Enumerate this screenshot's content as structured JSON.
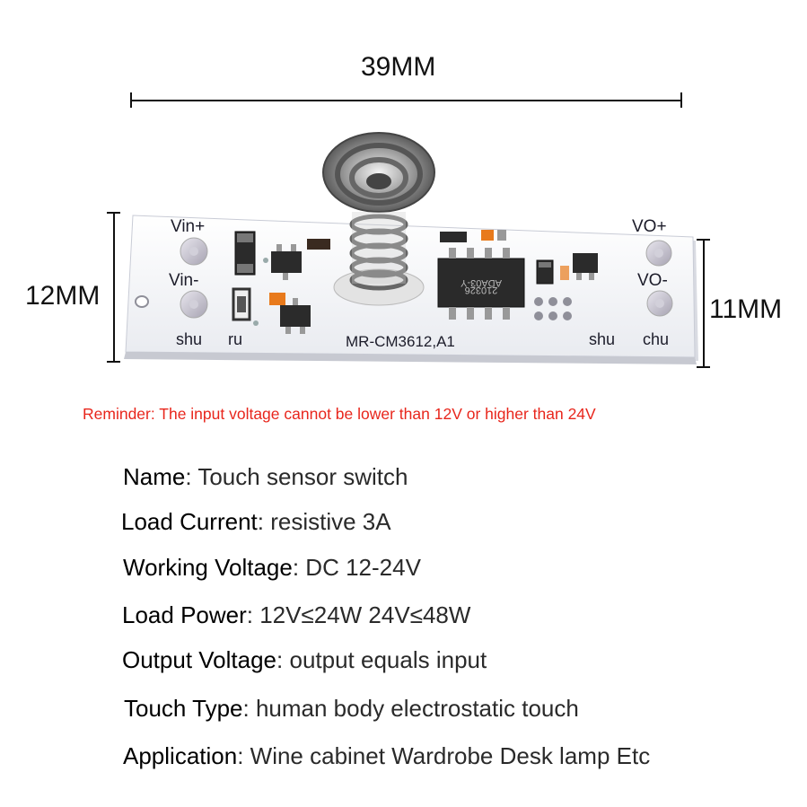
{
  "dimensions": {
    "width_label": "39MM",
    "left_height_label": "12MM",
    "right_height_label": "11MM"
  },
  "board": {
    "label_vin_plus": "Vin+",
    "label_vin_minus": "Vin-",
    "label_vo_plus": "VO+",
    "label_vo_minus": "VO-",
    "label_shu_left": "shu",
    "label_ru": "ru",
    "label_shu_right": "shu",
    "label_chu": "chu",
    "model": "MR-CM3612,A1",
    "chip_line1": "ADA03-Y",
    "chip_line2": "210326"
  },
  "reminder": "Reminder: The input voltage cannot be lower than 12V or higher than 24V",
  "specs": [
    {
      "key": "Name",
      "value": ": Touch sensor switch"
    },
    {
      "key": "Load Current",
      "value": ": resistive 3A"
    },
    {
      "key": "Working Voltage",
      "value": ": DC 12-24V"
    },
    {
      "key": "Load Power",
      "value": ": 12V≤24W 24V≤48W"
    },
    {
      "key": "Output Voltage",
      "value": ": output equals input"
    },
    {
      "key": "Touch Type",
      "value": ": human body electrostatic touch"
    },
    {
      "key": "Application",
      "value": ": Wine cabinet Wardrobe Desk lamp Etc"
    }
  ],
  "colors": {
    "reminder": "#e8261c",
    "board": "#f6f7fa",
    "component": "#2b2b2b",
    "led": "#e87a1c"
  }
}
